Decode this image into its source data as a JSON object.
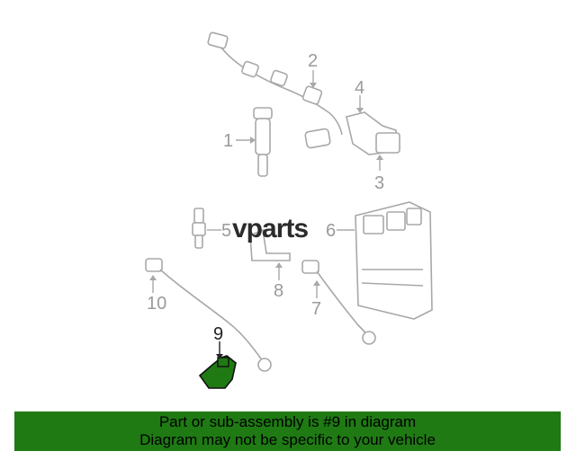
{
  "callouts": [
    "1",
    "2",
    "3",
    "4",
    "5",
    "6",
    "7",
    "8",
    "9",
    "10"
  ],
  "highlighted_part": "9",
  "watermark": {
    "prefix": "",
    "text": "vparts"
  },
  "banner": {
    "line1": "Part or sub-assembly is #9 in diagram",
    "line2": "Diagram may not be specific to your vehicle"
  },
  "colors": {
    "banner_bg": "#1f7a14",
    "highlight_part": "#1f7a14",
    "line_art": "#a8a8a8"
  }
}
